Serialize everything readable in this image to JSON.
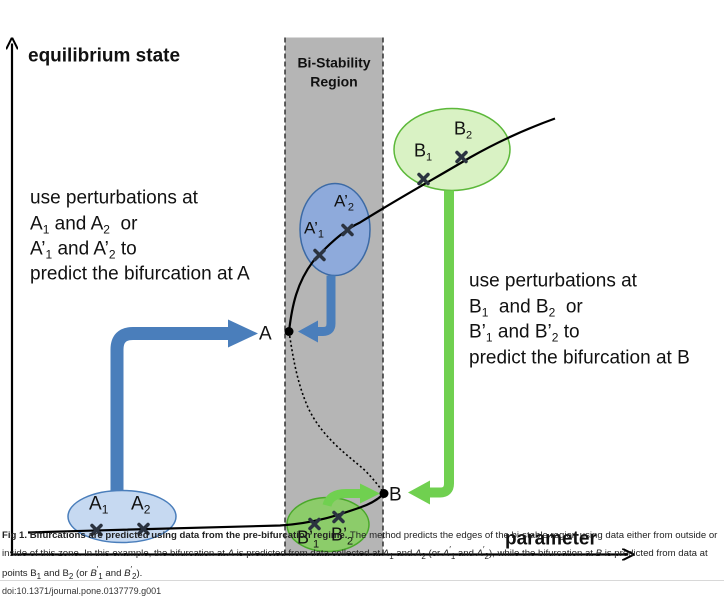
{
  "diagram": {
    "y_axis_label": "equilibrium state",
    "x_axis_label": "parameter",
    "region_label_line1": "Bi-Stability",
    "region_label_line2": "Region",
    "point_a_label": "A",
    "point_b_label": "B",
    "left_text": {
      "line1": "use perturbations at",
      "line2_a": "A",
      "line2_s1": "1",
      "line2_mid": " and A",
      "line2_s2": "2",
      "line2_end": "  or",
      "line3_a": "A’",
      "line3_s1": "1",
      "line3_mid": " and A’",
      "line3_s2": "2",
      "line3_end": " to",
      "line4": "predict the bifurcation at A"
    },
    "right_text": {
      "line1": "use perturbations at",
      "line2_a": "B",
      "line2_s1": "1",
      "line2_mid": "  and B",
      "line2_s2": "2",
      "line2_end": "  or",
      "line3_a": "B’",
      "line3_s1": "1",
      "line3_mid": " and B’",
      "line3_s2": "2",
      "line3_end": " to",
      "line4": "predict the bifurcation at B"
    },
    "ellipse_a": {
      "l1": "A",
      "s1": "1",
      "l2": "A",
      "s2": "2"
    },
    "ellipse_a_prime": {
      "l1": "A’",
      "s1": "1",
      "l2": "A’",
      "s2": "2"
    },
    "ellipse_b": {
      "l1": "B",
      "s1": "1",
      "l2": "B",
      "s2": "2"
    },
    "ellipse_b_prime": {
      "l1": "B’",
      "s1": "1",
      "l2": "B’",
      "s2": "2"
    },
    "colors": {
      "region_fill": "#b5b5b5",
      "blue_arrow": "#4a7ebb",
      "blue_ellipse": "#c6d9f1",
      "blue_ellipse_dark": "#8eaadb",
      "green_arrow": "#70d050",
      "green_ellipse": "#d9f2c4",
      "green_ellipse_dark": "#8ccc6a",
      "mark": "#2b3340"
    }
  },
  "caption": {
    "title": "Fig 1. Bifurcations are predicted using data from the pre-bifurcation regime.",
    "part1": " The method predicts the edges of the bi-stable region using data either from outside or inside of this zone. In this example, the bifurcation at ",
    "a_ital": "A",
    "part2": " is predicted from data collected at ",
    "a1": "A",
    "a1_sub": "1",
    "part3": " and ",
    "a2": "A",
    "a2_sub": "2",
    "part4": " (or ",
    "a1p": "A",
    "a1p_sup": "′",
    "a1p_sub": "1",
    "part5": " and ",
    "a2p": "A",
    "a2p_sup": "′",
    "a2p_sub": "2",
    "part6": "), while the bifurcation at ",
    "b_ital": "B",
    "part7": " is predicted from data at points B",
    "b1_sub": "1",
    "part8": " and B",
    "b2_sub": "2",
    "part9": " (or ",
    "b1p": "B",
    "b1p_sup": "′",
    "b1p_sub": "1",
    "part10": " and ",
    "b2p": "B",
    "b2p_sup": "′",
    "b2p_sub": "2",
    "part11": ")."
  },
  "doi": "doi:10.1371/journal.pone.0137779.g001"
}
